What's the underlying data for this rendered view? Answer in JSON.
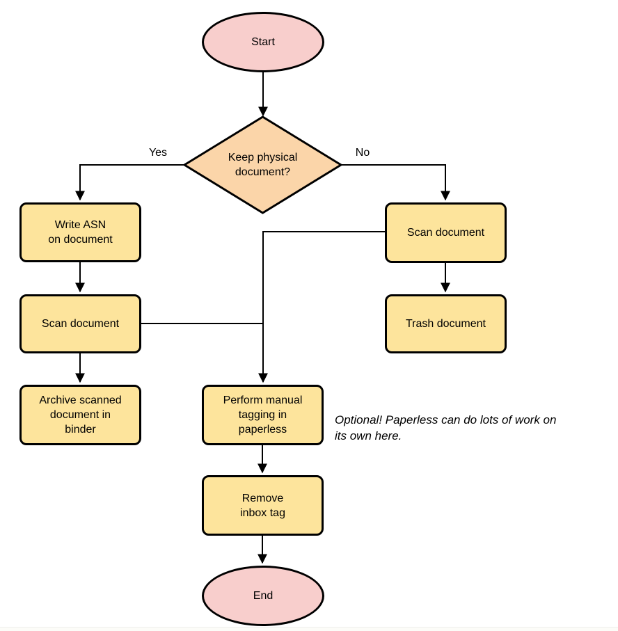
{
  "colors": {
    "terminal_fill": "#f8cecc",
    "decision_fill": "#fbd5a9",
    "process_fill": "#fde49c",
    "stroke": "#000000",
    "background": "#ffffff"
  },
  "flowchart": {
    "nodes": {
      "start": {
        "type": "terminal",
        "label": "Start"
      },
      "decision": {
        "type": "decision",
        "label": "Keep physical\ndocument?"
      },
      "write_asn": {
        "type": "process",
        "label": "Write ASN\non document"
      },
      "scan_left": {
        "type": "process",
        "label": "Scan document"
      },
      "archive": {
        "type": "process",
        "label": "Archive scanned\ndocument in\nbinder"
      },
      "scan_right": {
        "type": "process",
        "label": "Scan document"
      },
      "trash": {
        "type": "process",
        "label": "Trash document"
      },
      "tagging": {
        "type": "process",
        "label": "Perform manual\ntagging in\npaperless"
      },
      "remove_inbox": {
        "type": "process",
        "label": "Remove\ninbox tag"
      },
      "end": {
        "type": "terminal",
        "label": "End"
      }
    },
    "edge_labels": {
      "yes": "Yes",
      "no": "No"
    },
    "annotation": "Optional! Paperless can do lots of work on\nits own here."
  }
}
